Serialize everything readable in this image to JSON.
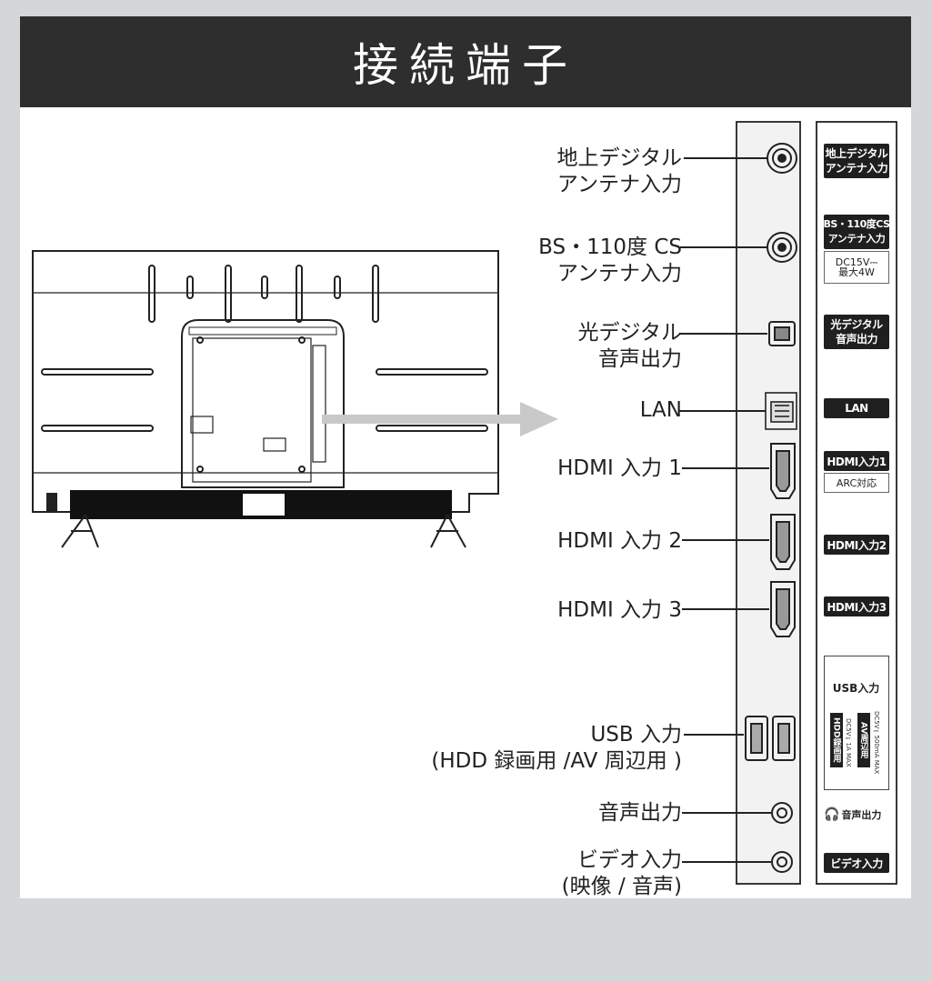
{
  "title": "接続端子",
  "labels": {
    "terrestrial": [
      "地上デジタル",
      "アンテナ入力"
    ],
    "bs": [
      "BS・110度 CS",
      "アンテナ入力"
    ],
    "optical": [
      "光デジタル",
      "音声出力"
    ],
    "lan": "LAN",
    "hdmi1": "HDMI 入力 1",
    "hdmi2": "HDMI 入力 2",
    "hdmi3": "HDMI 入力 3",
    "usb": [
      "USB 入力",
      "(HDD 録画用 /AV 周辺用 )"
    ],
    "audio_out": "音声出力",
    "video_in": [
      "ビデオ入力",
      "(映像 / 音声)"
    ]
  },
  "tags": {
    "terrestrial": [
      "地上デジタル",
      "アンテナ入力"
    ],
    "bs": [
      "BS・110度CS",
      "アンテナ入力"
    ],
    "bs_power": [
      "DC15V⎓",
      "最大4W"
    ],
    "optical": [
      "光デジタル",
      "音声出力"
    ],
    "lan": "LAN",
    "hdmi1": "HDMI入力1",
    "hdmi1_arc": "ARC対応",
    "hdmi2": "HDMI入力2",
    "hdmi3": "HDMI入力3",
    "usb_title": "USB入力",
    "usb_hdd": "HDD録画用",
    "usb_hdd_spec": "DC5V⎓1A MAX",
    "usb_av": "AV周辺用",
    "usb_av_spec": "DC5V⎓500mA MAX",
    "audio_out": "音声出力",
    "video_in": "ビデオ入力"
  }
}
